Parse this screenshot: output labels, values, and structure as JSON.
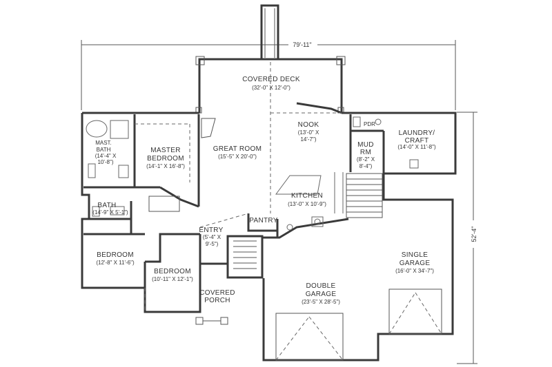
{
  "overall": {
    "width_dim": "79'-11\"",
    "depth_dim": "52'-4\""
  },
  "rooms": {
    "covered_deck": {
      "name": "COVERED DECK",
      "size": "(32'-0\" X 12'-0\")"
    },
    "nook": {
      "name": "NOOK",
      "size1": "(13'-0\" X",
      "size2": "14'-7\")"
    },
    "pdr": {
      "name": "PDR"
    },
    "laundry": {
      "name1": "LAUNDRY/",
      "name2": "CRAFT",
      "size": "(14'-0\" X 11'-8\")"
    },
    "mud_rm": {
      "name1": "MUD",
      "name2": "RM",
      "size1": "(8'-2\" X",
      "size2": "8'-4\")"
    },
    "mast_bath": {
      "name1": "MAST.",
      "name2": "BATH",
      "size1": "(14'-4\" X",
      "size2": "10'-8\")"
    },
    "master_bedroom": {
      "name1": "MASTER",
      "name2": "BEDROOM",
      "size": "(14'-1\" X 16'-8\")"
    },
    "great_room": {
      "name": "GREAT ROOM",
      "size": "(15'-5\" X 20'-0\")"
    },
    "kitchen": {
      "name": "KITCHEN",
      "size": "(13'-0\" X 10'-9\")"
    },
    "bath": {
      "name": "BATH",
      "size": "(14'-9\" X 5'-1\")"
    },
    "pantry": {
      "name": "PANTRY"
    },
    "entry": {
      "name": "ENTRY",
      "size1": "(5'-4\" X",
      "size2": "9'-5\")"
    },
    "bedroom1": {
      "name": "BEDROOM",
      "size": "(12'-8\" X 11'-6\")"
    },
    "bedroom2": {
      "name": "BEDROOM",
      "size": "(10'-11\" X 12'-1\")"
    },
    "covered_porch": {
      "name1": "COVERED",
      "name2": "PORCH"
    },
    "single_garage": {
      "name1": "SINGLE",
      "name2": "GARAGE",
      "size": "(16'-0\" X 34'-7\")"
    },
    "double_garage": {
      "name1": "DOUBLE",
      "name2": "GARAGE",
      "size": "(23'-5\" X 28'-5\")"
    }
  }
}
